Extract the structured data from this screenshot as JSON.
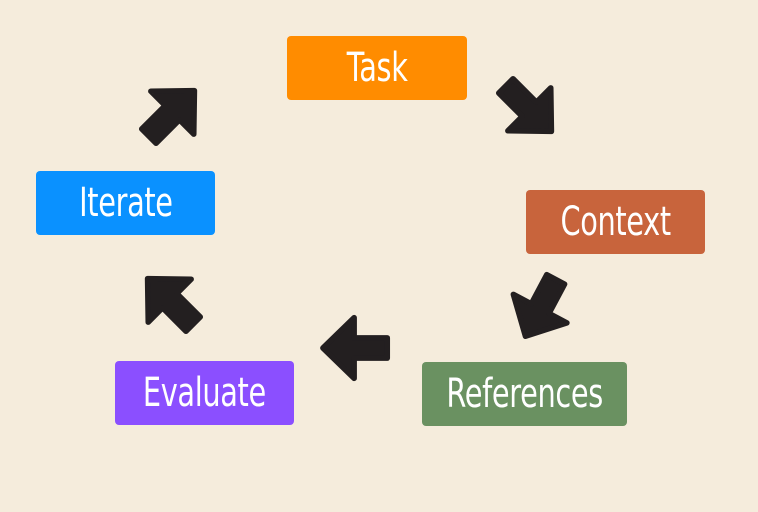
{
  "diagram": {
    "nodes": [
      {
        "id": "task",
        "label": "Task",
        "color": "#ff8c00"
      },
      {
        "id": "context",
        "label": "Context",
        "color": "#c8643c"
      },
      {
        "id": "references",
        "label": "References",
        "color": "#6a9161"
      },
      {
        "id": "evaluate",
        "label": "Evaluate",
        "color": "#8b4fff"
      },
      {
        "id": "iterate",
        "label": "Iterate",
        "color": "#0a91ff"
      }
    ],
    "arrow_color": "#231f20",
    "background_color": "#f5ecdc"
  }
}
